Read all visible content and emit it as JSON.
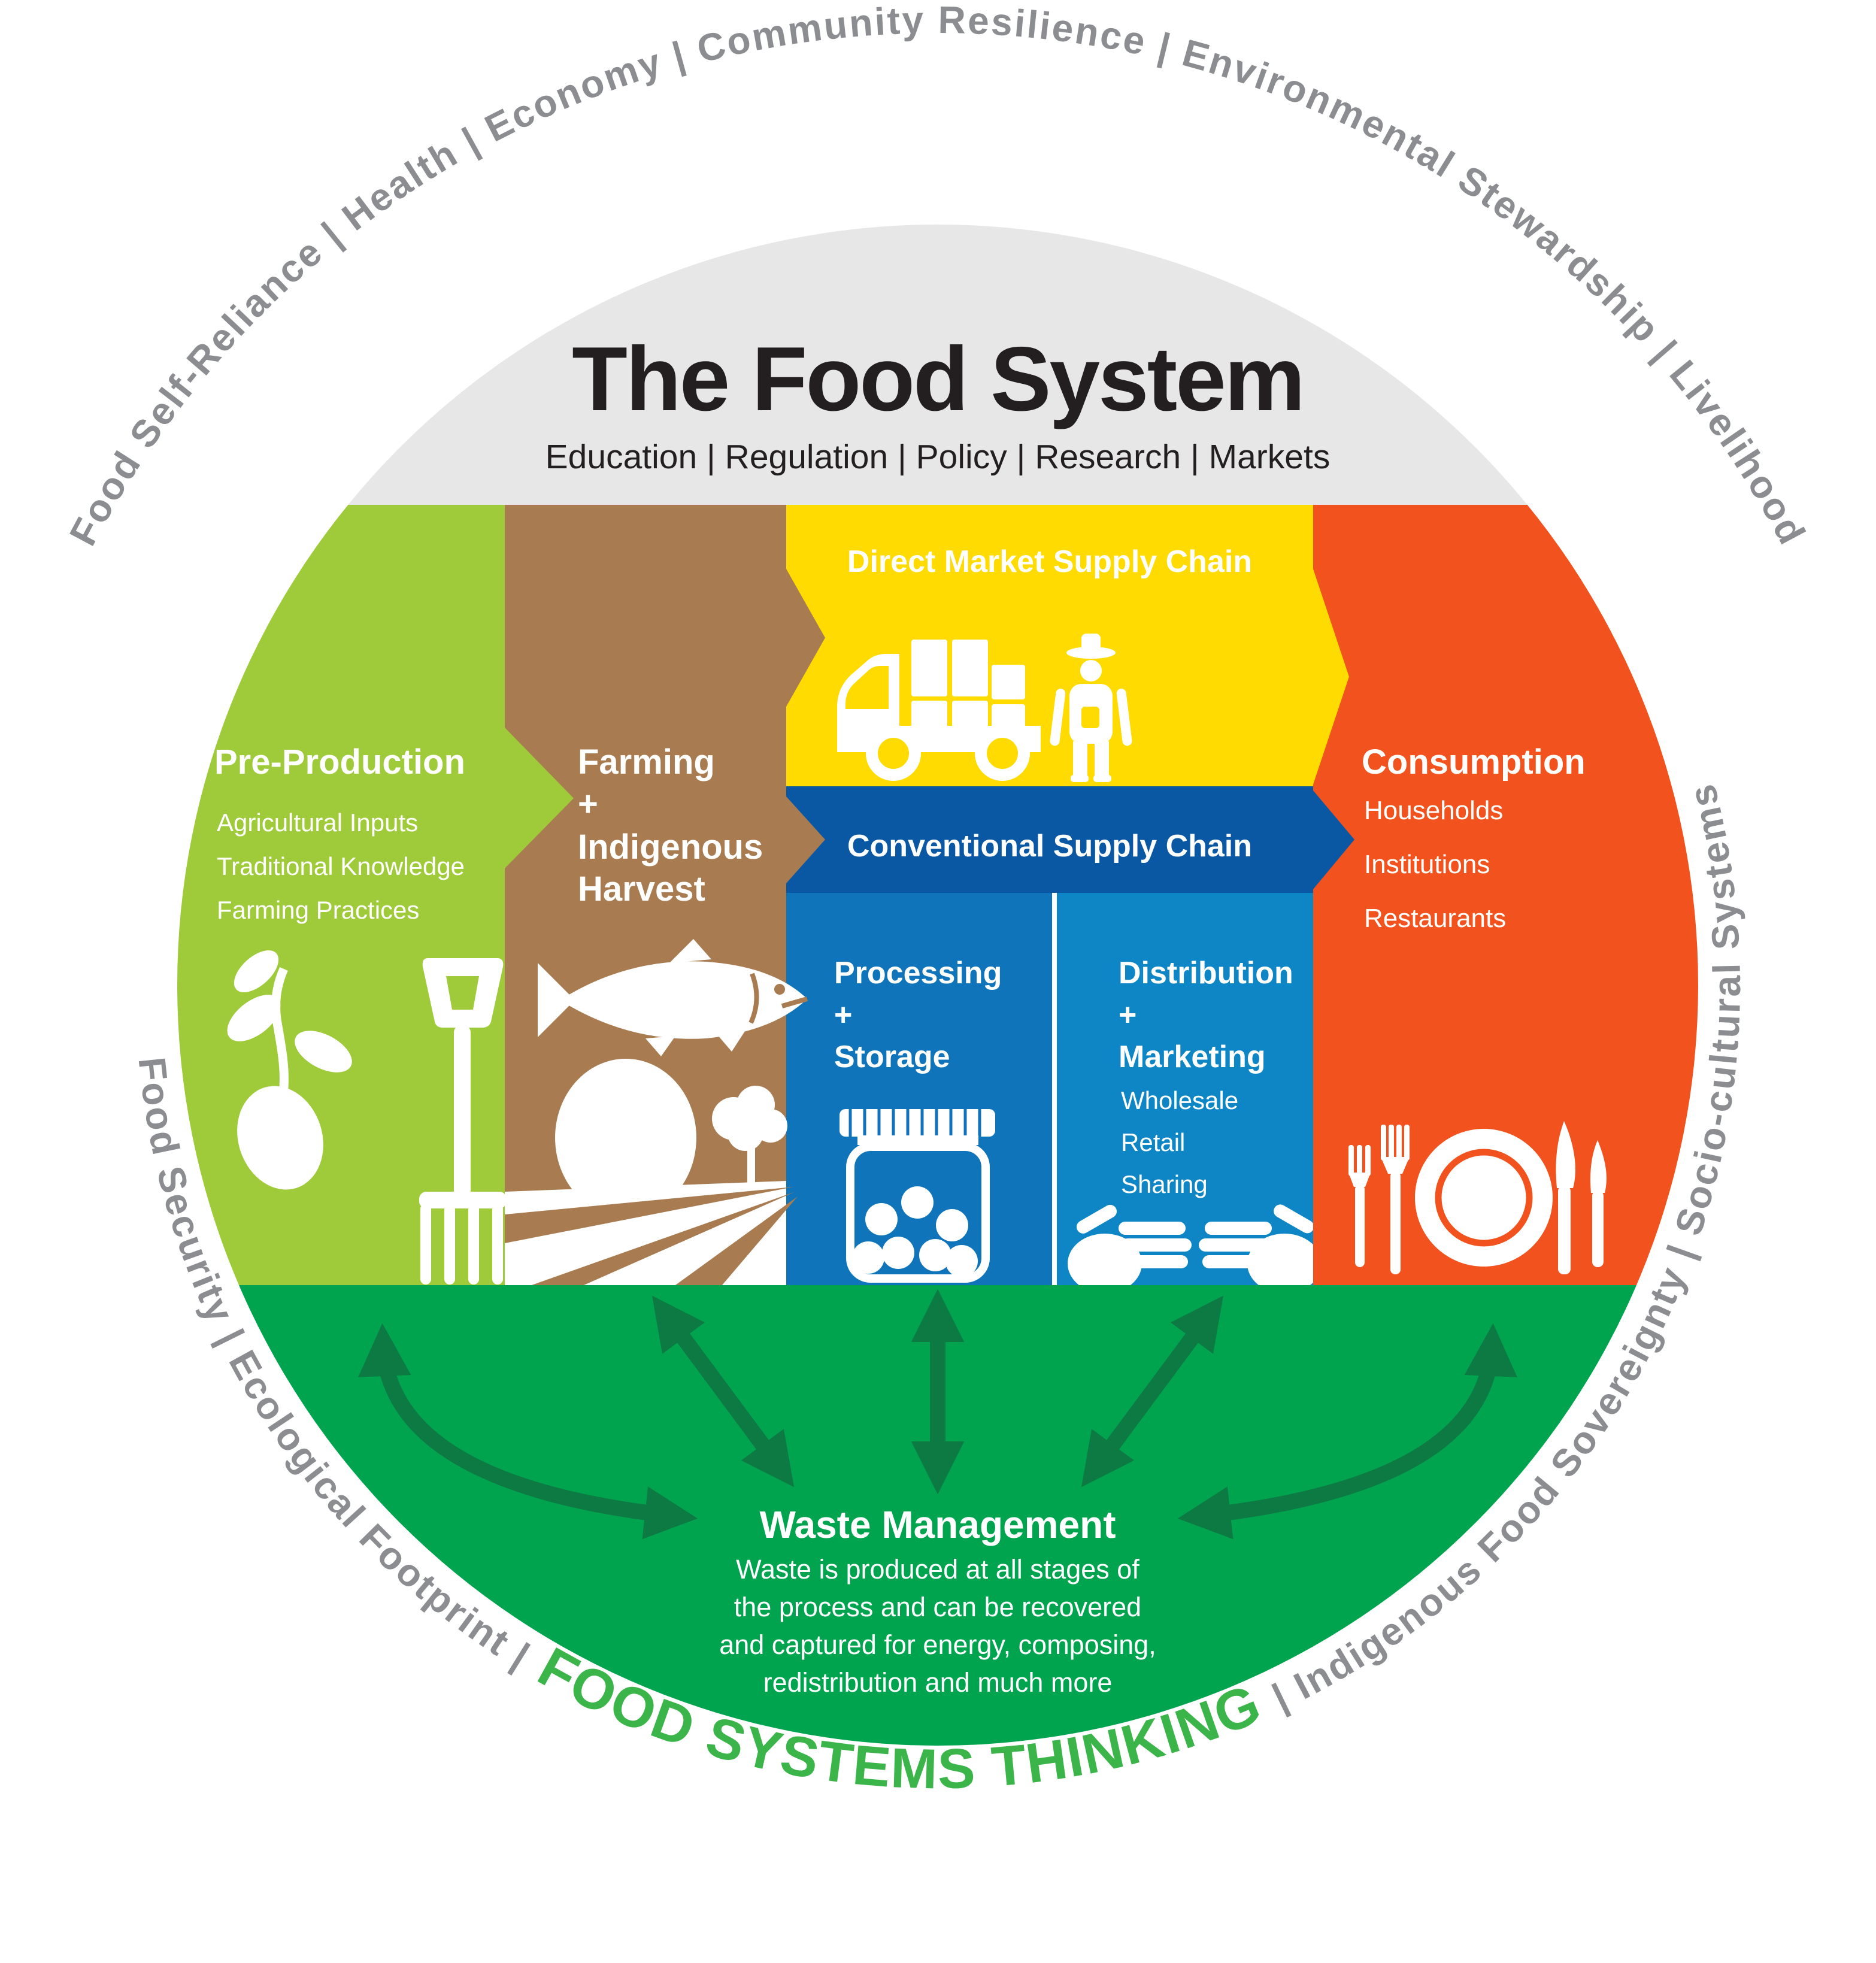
{
  "title": "The Food System",
  "subtitle": "Education  |  Regulation  |  Policy  |  Research  |  Markets",
  "arc_top": "Food Self-Reliance | Health | Economy | Community Resilience | Environmental Stewardship | Livelihood",
  "arc_bottom": {
    "left": "Food Security | Ecological Footprint |",
    "center": " FOOD SYSTEMS THINKING ",
    "right": "| Indigenous Food Sovereignty  |  Socio-cultural Systems"
  },
  "sections": {
    "pre_production": {
      "title": "Pre-Production",
      "items": [
        "Agricultural Inputs",
        "Traditional Knowledge",
        "Farming Practices"
      ]
    },
    "farming": {
      "lines": [
        "Farming",
        "+",
        "Indigenous",
        "Harvest"
      ]
    },
    "direct_market": {
      "title": "Direct Market Supply Chain"
    },
    "conventional": {
      "title": "Conventional Supply Chain"
    },
    "processing": {
      "lines": [
        "Processing",
        "+",
        "Storage"
      ]
    },
    "distribution": {
      "lines": [
        "Distribution",
        "+",
        "Marketing"
      ],
      "items": [
        "Wholesale",
        "Retail",
        "Sharing"
      ]
    },
    "consumption": {
      "title": "Consumption",
      "items": [
        "Households",
        "Institutions",
        "Restaurants"
      ]
    },
    "waste": {
      "title": "Waste Management",
      "lines": [
        "Waste is produced at all stages of",
        "the process and can be recovered",
        "and captured for energy, composing,",
        "redistribution and much more"
      ]
    }
  },
  "icons": [
    "sprout-icon",
    "pitchfork-icon",
    "fish-icon",
    "field-sun-tree-icon",
    "truck-icon",
    "farmer-icon",
    "jar-icon",
    "hands-icon",
    "plate-cutlery-icon",
    "cycle-arrows-icon"
  ],
  "colors": {
    "cap": "#E7E7E8",
    "pre_production": "#9FCB3B",
    "farming": "#A87C50",
    "direct_market": "#FFDB01",
    "conventional": "#0A57A4",
    "processing": "#0F74B9",
    "distribution": "#0E86C6",
    "consumption": "#F2531E",
    "waste": "#00A44E",
    "waste_arrow": "#0D7A43",
    "arc_text": "#8B8D90",
    "accent_green": "#3BB54A",
    "title_text": "#231F20",
    "white": "#FFFFFF"
  }
}
